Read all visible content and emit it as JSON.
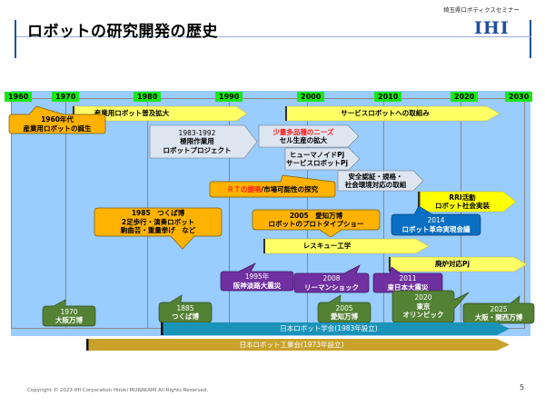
{
  "header": {
    "title": "ロボットの研究開発の歴史",
    "seminar": "埼玉県ロボティクスセミナー",
    "logo": "IHI"
  },
  "timeline": {
    "years": [
      "1960",
      "1970",
      "1980",
      "1990",
      "2000",
      "2010",
      "2020",
      "2030"
    ],
    "arrows": {
      "industrial_spread": "産業用ロボット普及拡大",
      "service_robot": "サービスロボットへの取組み",
      "extreme_line1": "1983-1992",
      "extreme_line2": "極限作業用",
      "extreme_line3": "ロボットプロジェクト",
      "needs_line1": "少量多品種のニーズ",
      "needs_line2": "セル生産の拡大",
      "humanoid_line1": "ヒューマノイドPj",
      "humanoid_line2": "サービスロボットPj",
      "safety_line1": "安全認証・規格・",
      "safety_line2": "社会環境対応の取組",
      "rri_line1": "RRI活動",
      "rri_line2": "ロボット社会実装",
      "rescue": "レスキュー工学",
      "decommission": "廃炉対応Pj",
      "rsj": "日本ロボット学会(1983年設立)",
      "jara": "日本ロボット工業会(1973年設立)"
    },
    "callouts": {
      "birth_line1": "1960年代",
      "birth_line2": "産業用ロボットの誕生",
      "rt_red": "ＲＴの提唱",
      "rt_rest": "/市場可能性の探究",
      "tsukuba_line1": "1985　つくば博",
      "tsukuba_line2": "2足歩行・演奏ロボット",
      "tsukuba_line3": "駒曲芸・重量挙げ　など",
      "aichi_line1": "2005　愛知万博",
      "aichi_line2": "ロボットのプロトタイプショー",
      "revolution_line1": "2014",
      "revolution_line2": "ロボット革命実現会議",
      "hanshin_line1": "1995年",
      "hanshin_line2": "阪神淡路大震災",
      "lehman_line1": "2008",
      "lehman_line2": "リーマンショック",
      "tohoku_line1": "2011",
      "tohoku_line2": "東日本大震災",
      "osaka70_line1": "1970",
      "osaka70_line2": "大阪万博",
      "tsukuba85_line1": "1885",
      "tsukuba85_line2": "つくば博",
      "aichi05_line1": "2005",
      "aichi05_line2": "愛知万博",
      "tokyo_line1": "2020",
      "tokyo_line2": "東京",
      "tokyo_line3": "オリンピック",
      "osaka25_line1": "2025",
      "osaka25_line2": "大阪・関西万博"
    }
  },
  "colors": {
    "panel": "#99ccff",
    "year_label": "#19e619",
    "yellow_arrow": "#ffff66",
    "grey_arrow": "#dde5f0",
    "orange_callout": "#ffb300",
    "blue_callout": "#0a6fc2",
    "purple_callout": "#7030a0",
    "green_callout": "#548235",
    "rsj_bar": "#1a93b8",
    "jara_bar": "#c9a22c"
  },
  "footer": {
    "copyright": "Copyright © 2023 IHI Corporation Hiroki MURAKAMI All Rights Reserved.",
    "page": "5"
  }
}
